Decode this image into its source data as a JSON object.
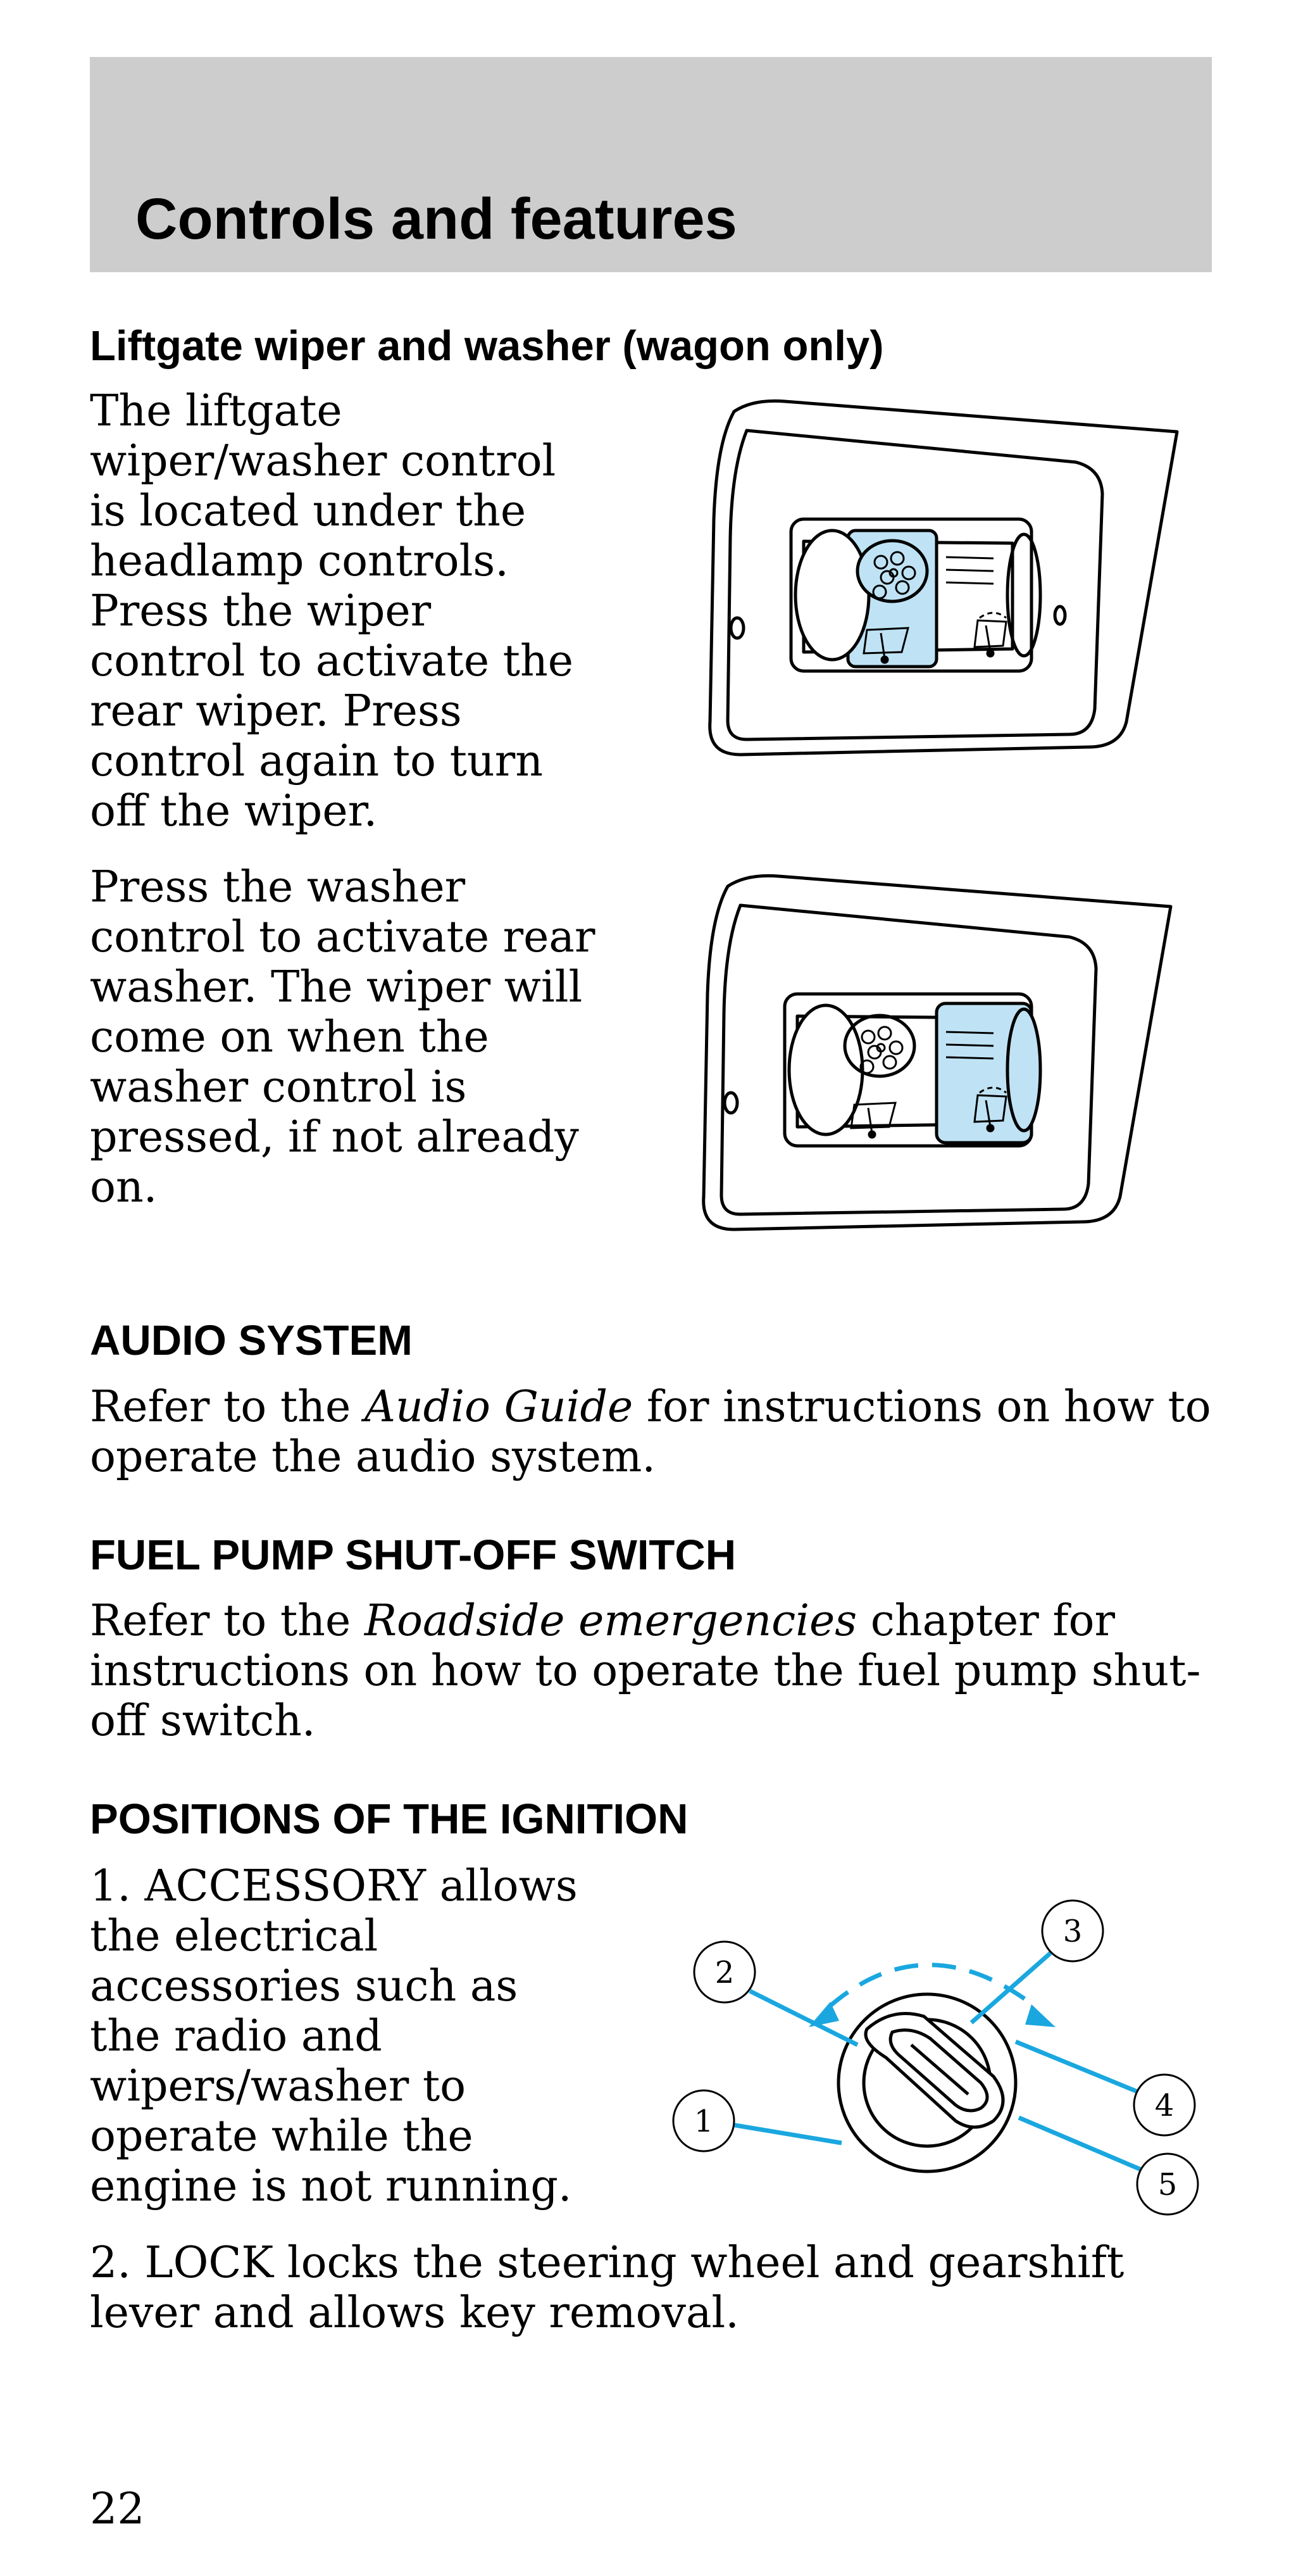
{
  "header": {
    "title": "Controls and features"
  },
  "liftgate": {
    "heading": "Liftgate wiper and washer (wagon only)",
    "paragraph1": "The liftgate wiper/washer control is located under the headlamp controls. Press the wiper control to activate the rear wiper. Press control again to turn off the wiper.",
    "paragraph2": "Press the washer control to activate rear washer. The wiper will come on when the washer control is pressed, if not already on."
  },
  "audio": {
    "heading": "AUDIO SYSTEM",
    "text_before": "Refer to the ",
    "guide_name": "Audio Guide",
    "text_after": " for instructions on how to operate the audio system."
  },
  "fuel": {
    "heading": "FUEL PUMP SHUT-OFF SWITCH",
    "text_before": "Refer to the ",
    "chapter_name": "Roadside emergencies",
    "text_after": " chapter for instructions on how to operate the fuel pump shut-off switch."
  },
  "ignition": {
    "heading": "POSITIONS OF THE IGNITION",
    "item1": "1. ACCESSORY allows the electrical accessories such as the radio and wipers/washer to operate while the engine is not running.",
    "item2": "2. LOCK locks the steering wheel and gearshift lever and allows key removal.",
    "callouts": [
      "1",
      "2",
      "3",
      "4",
      "5"
    ]
  },
  "page": {
    "number": "22"
  },
  "colors": {
    "header_band": "#cdcdcd",
    "highlight": "#bfe3f5",
    "callout_line": "#1aa7df"
  }
}
